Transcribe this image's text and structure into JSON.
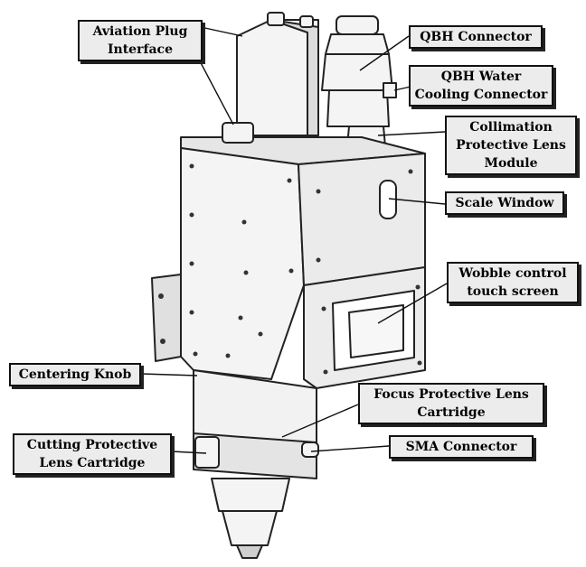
{
  "labels": {
    "aviation_plug": "Aviation Plug\nInterface",
    "qbh_connector": "QBH Connector",
    "qbh_water": "QBH Water\nCooling Connector",
    "collimation": "Collimation\nProtective Lens\nModule",
    "scale_window": "Scale Window",
    "wobble": "Wobble control\ntouch screen",
    "centering_knob": "Centering Knob",
    "focus_lens": "Focus Protective Lens\nCartridge",
    "cutting_lens": "Cutting Protective\nLens Cartridge",
    "sma": "SMA Connector"
  }
}
